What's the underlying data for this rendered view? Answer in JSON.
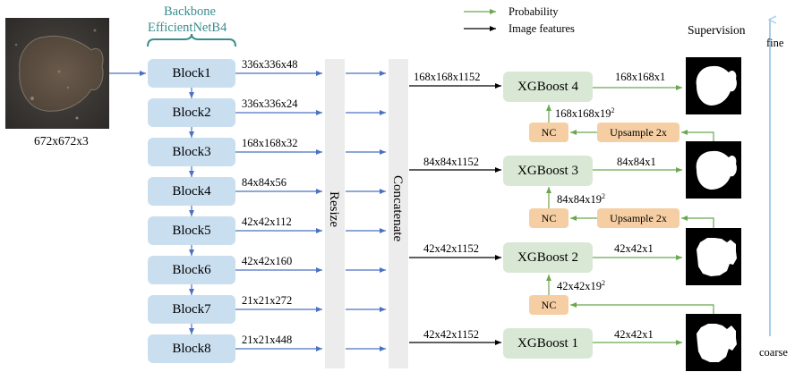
{
  "input": {
    "size_label": "672x672x3"
  },
  "backbone": {
    "title": "Backbone",
    "model": "EfficientNetB4"
  },
  "blocks": [
    {
      "label": "Block1",
      "shape": "336x336x48"
    },
    {
      "label": "Block2",
      "shape": "336x336x24"
    },
    {
      "label": "Block3",
      "shape": "168x168x32"
    },
    {
      "label": "Block4",
      "shape": "84x84x56"
    },
    {
      "label": "Block5",
      "shape": "42x42x112"
    },
    {
      "label": "Block6",
      "shape": "42x42x160"
    },
    {
      "label": "Block7",
      "shape": "21x21x272"
    },
    {
      "label": "Block8",
      "shape": "21x21x448"
    }
  ],
  "resize_label": "Resize",
  "concat_label": "Concatenate",
  "legend": {
    "probability": "Probability",
    "image_features": "Image features",
    "probability_color": "#6aa84f",
    "features_color": "#000000"
  },
  "supervision_label": "Supervision",
  "scale": {
    "fine": "fine",
    "coarse": "coarse"
  },
  "xgboost": [
    {
      "label": "XGBoost 4",
      "input": "168x168x1152",
      "output": "168x168x1"
    },
    {
      "label": "XGBoost 3",
      "input": "84x84x1152",
      "output": "84x84x1"
    },
    {
      "label": "XGBoost 2",
      "input": "42x42x1152",
      "output": "42x42x1"
    },
    {
      "label": "XGBoost 1",
      "input": "42x42x1152",
      "output": "42x42x1"
    }
  ],
  "nc_label": "NC",
  "upsample_label": "Upsample 2x",
  "nc_features": [
    {
      "base": "168x168x19",
      "exp": "2"
    },
    {
      "base": "84x84x19",
      "exp": "2"
    },
    {
      "base": "42x42x19",
      "exp": "2"
    }
  ],
  "colors": {
    "block_fill": "#c9deef",
    "xgboost_fill": "#d9e8d5",
    "nc_fill": "#f5cfa3",
    "blue_arrow": "#4a72c4",
    "green_arrow": "#6aa84f",
    "brace": "#3b8c8c"
  }
}
